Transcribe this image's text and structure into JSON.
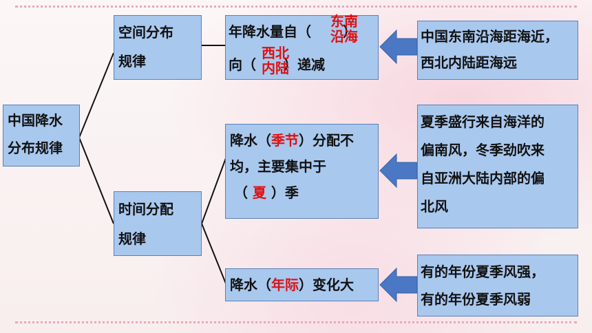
{
  "root": {
    "line1": "中国降水",
    "line2": "分布规律"
  },
  "space": {
    "line1": "空间分布",
    "line2": "规律"
  },
  "time": {
    "line1": "时间分配",
    "line2": "规律"
  },
  "rule1": {
    "part1": "年降水量自（",
    "part1_end": "）",
    "part2": "向（",
    "part2_end": "）递减",
    "answer1_l1": "东南",
    "answer1_l2": "沿海",
    "answer2_l1": "西北",
    "answer2_l2": "内陆"
  },
  "rule2": {
    "p1": "降水（",
    "ans1": "季节",
    "p2": "）分配不",
    "p3": "均，主要集中于",
    "p4": "（ ",
    "ans2": "夏",
    "p5": " ）季"
  },
  "rule3": {
    "p1": "降水（",
    "ans": "年际",
    "p2": "）变化大"
  },
  "reason1": {
    "line1": "中国东南沿海距海近，",
    "line2": "西北内陆距海远"
  },
  "reason2": {
    "line1": "夏季盛行来自海洋的",
    "line2": "偏南风，冬季劲吹来",
    "line3": "自亚洲大陆内部的偏",
    "line4": "北风"
  },
  "reason3": {
    "line1": "有的年份夏季风强，",
    "line2": "有的年份夏季风弱"
  },
  "colors": {
    "box_fill": "#a9c8ee",
    "answer": "#e01010",
    "arrow": "#4a78c4"
  }
}
